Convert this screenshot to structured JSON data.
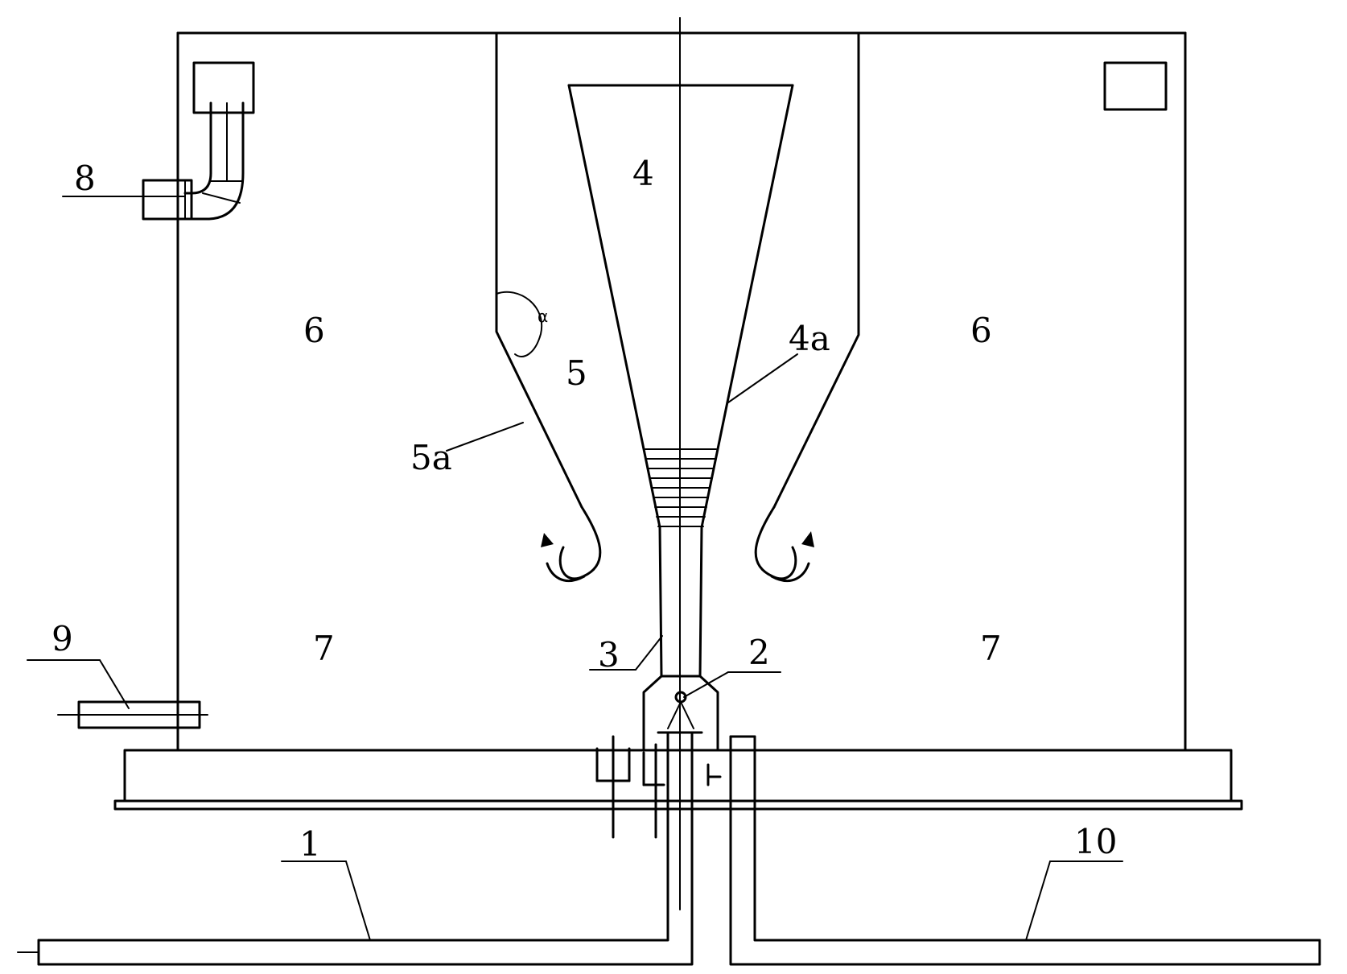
{
  "labels": {
    "l1": "1",
    "l2": "2",
    "l3": "3",
    "l4": "4",
    "l4a": "4a",
    "l5": "5",
    "l5a": "5a",
    "l6_left": "6",
    "l6_right": "6",
    "l7_left": "7",
    "l7_right": "7",
    "l8": "8",
    "l9": "9",
    "l10": "10",
    "angle_mark": "α"
  }
}
